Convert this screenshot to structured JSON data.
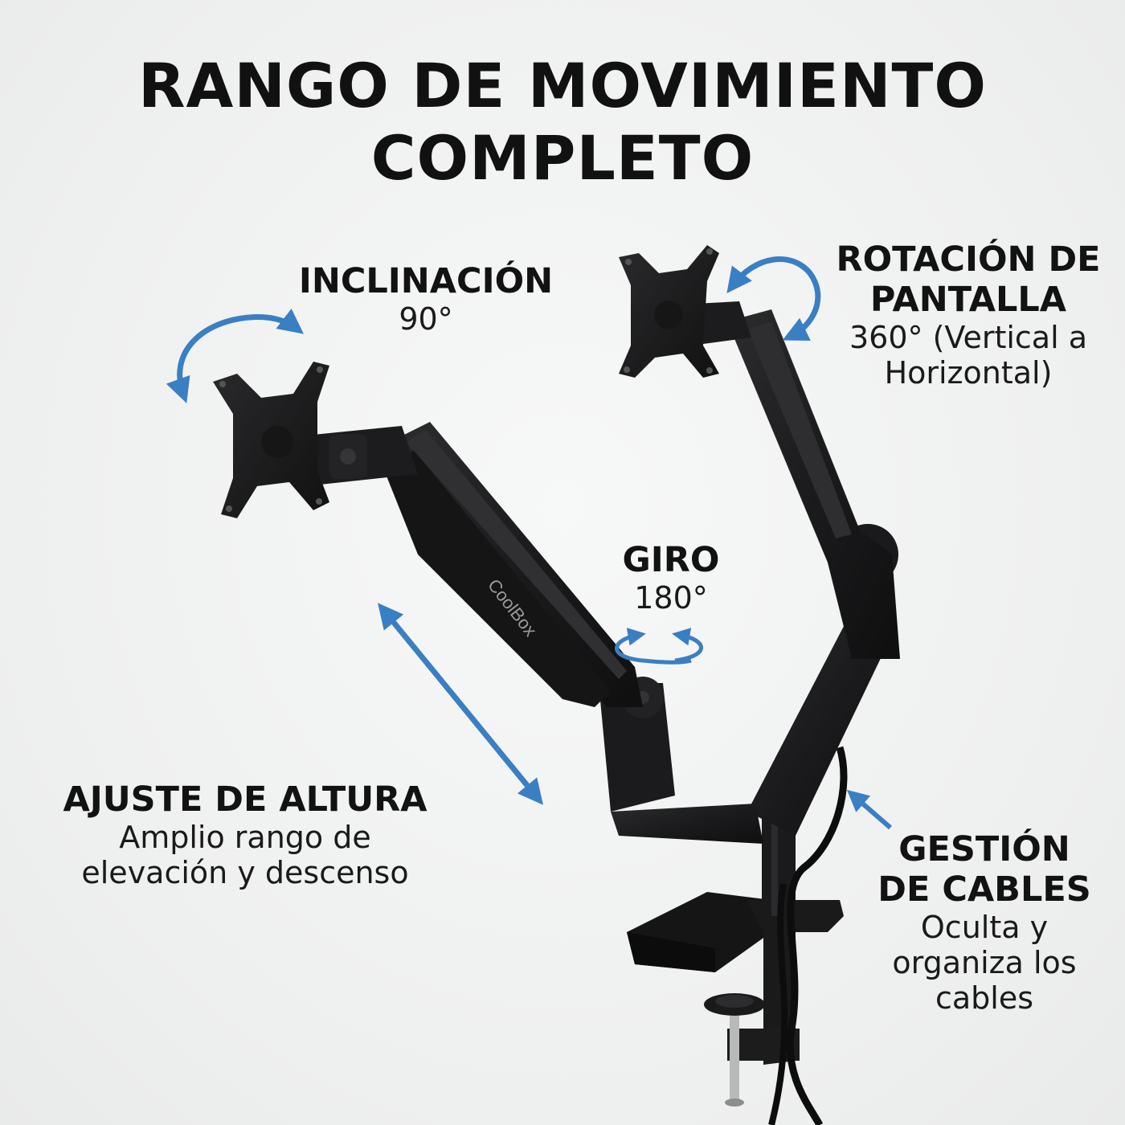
{
  "title_line1": "RANGO DE MOVIMIENTO",
  "title_line2": "COMPLETO",
  "features": {
    "tilt": {
      "title": "INCLINACIÓN",
      "detail": "90°"
    },
    "rotation": {
      "title_line1": "ROTACIÓN DE",
      "title_line2": "PANTALLA",
      "detail": "360° (Vertical a\nHorizontal)"
    },
    "swivel": {
      "title": "GIRO",
      "detail": "180°"
    },
    "height": {
      "title": "AJUSTE DE ALTURA",
      "detail": "Amplio rango de\nelevación y descenso"
    },
    "cables": {
      "title_line1": "GESTIÓN",
      "title_line2": "DE CABLES",
      "detail": "Oculta y\norganiza los\ncables"
    }
  },
  "brand": {
    "logo_text": "CoolBox"
  },
  "colors": {
    "background": "#f1f2f2",
    "arrow": "#3a7fc4",
    "product": "#1c1c1e",
    "text": "#121212"
  }
}
